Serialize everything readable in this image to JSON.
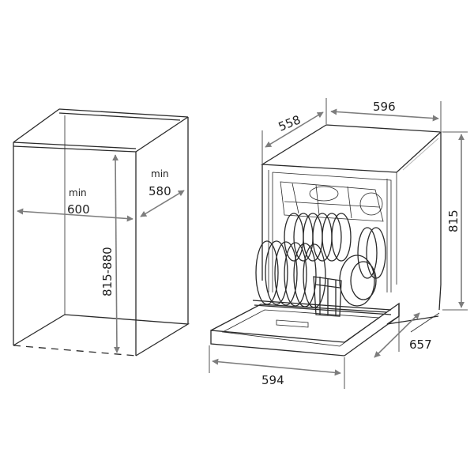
{
  "cabinet": {
    "width_label_prefix": "min",
    "width_value": "600",
    "depth_label_prefix": "min",
    "depth_value": "580",
    "height_value": "815-880"
  },
  "dishwasher": {
    "depth_top": "558",
    "width_top": "596",
    "height": "815",
    "depth_door_open": "657",
    "width_bottom": "594"
  },
  "colors": {
    "line": "#2a2a2a",
    "dimension_arrow": "#7d7d7d"
  }
}
